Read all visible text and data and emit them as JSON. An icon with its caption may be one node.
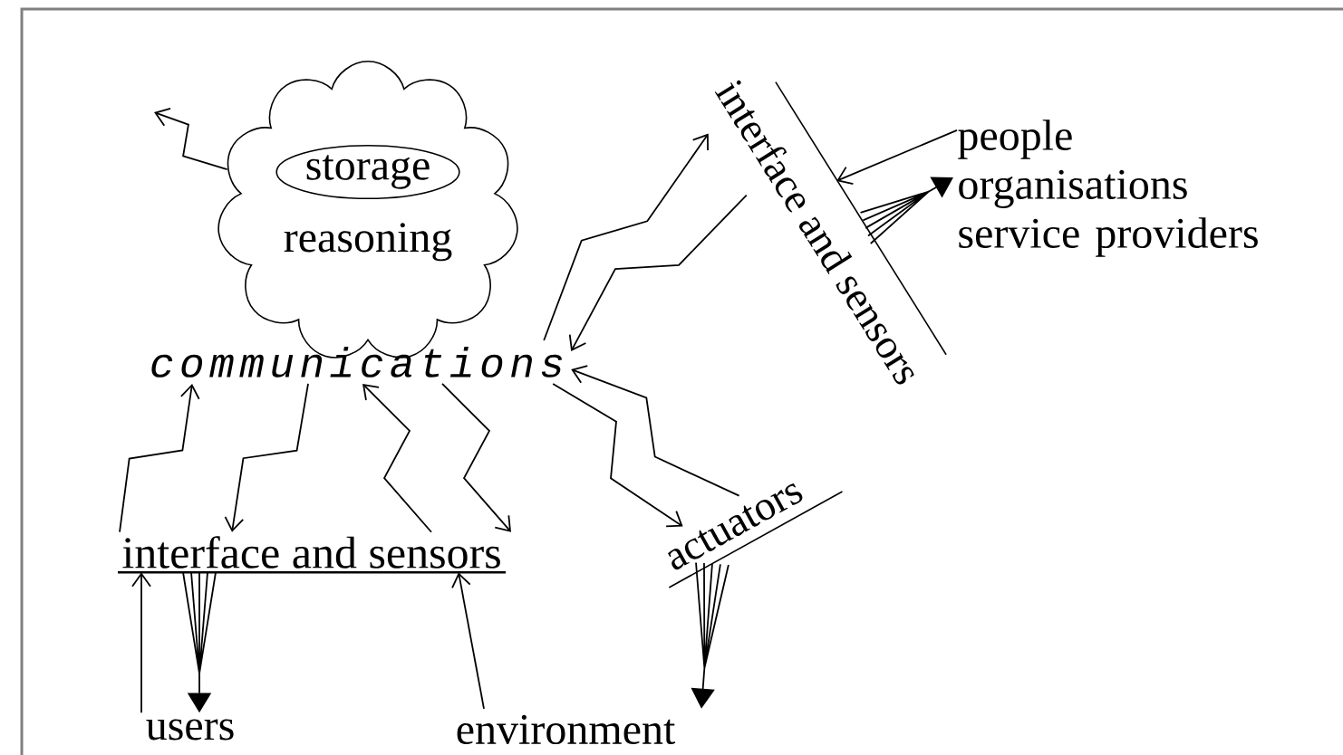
{
  "diagram": {
    "nodes": [
      {
        "text": [
          "reasoning"
        ]
      },
      {
        "text": [
          "storage"
        ],
        "in": 0
      },
      {
        "text": [
          "communications"
        ]
      },
      {
        "text": [
          "interface and sensors"
        ]
      },
      {
        "text": [
          "people organisations service providers"
        ]
      },
      {
        "text": [
          "interface and sensors"
        ]
      },
      {
        "text": [
          "actuators"
        ]
      },
      {
        "text": [
          "users"
        ]
      },
      {
        "text": [
          "environment"
        ]
      }
    ],
    "edges": [
      {
        "from": 0,
        "to": null,
        "arrow": "to"
      },
      {
        "from": 2,
        "to": 3,
        "arrow": "to"
      },
      {
        "from": 3,
        "to": 2,
        "arrow": "to"
      },
      {
        "from": 4,
        "to": 3,
        "arrow": "to"
      },
      {
        "from": 3,
        "to": 4,
        "arrow": "to"
      },
      {
        "from": 5,
        "to": 2,
        "arrow": "to"
      },
      {
        "from": 2,
        "to": 5,
        "arrow": "to"
      },
      {
        "from": 5,
        "to": 2,
        "arrow": "to"
      },
      {
        "from": 2,
        "to": 5,
        "arrow": "to"
      },
      {
        "from": 2,
        "to": 6,
        "arrow": "to"
      },
      {
        "from": 6,
        "to": 2,
        "arrow": "to"
      },
      {
        "from": 7,
        "to": 5,
        "arrow": "to"
      },
      {
        "from": 5,
        "to": 7,
        "arrow": "to"
      },
      {
        "from": 8,
        "to": 5,
        "arrow": "to"
      },
      {
        "from": 6,
        "to": 8,
        "arrow": "to"
      }
    ]
  }
}
